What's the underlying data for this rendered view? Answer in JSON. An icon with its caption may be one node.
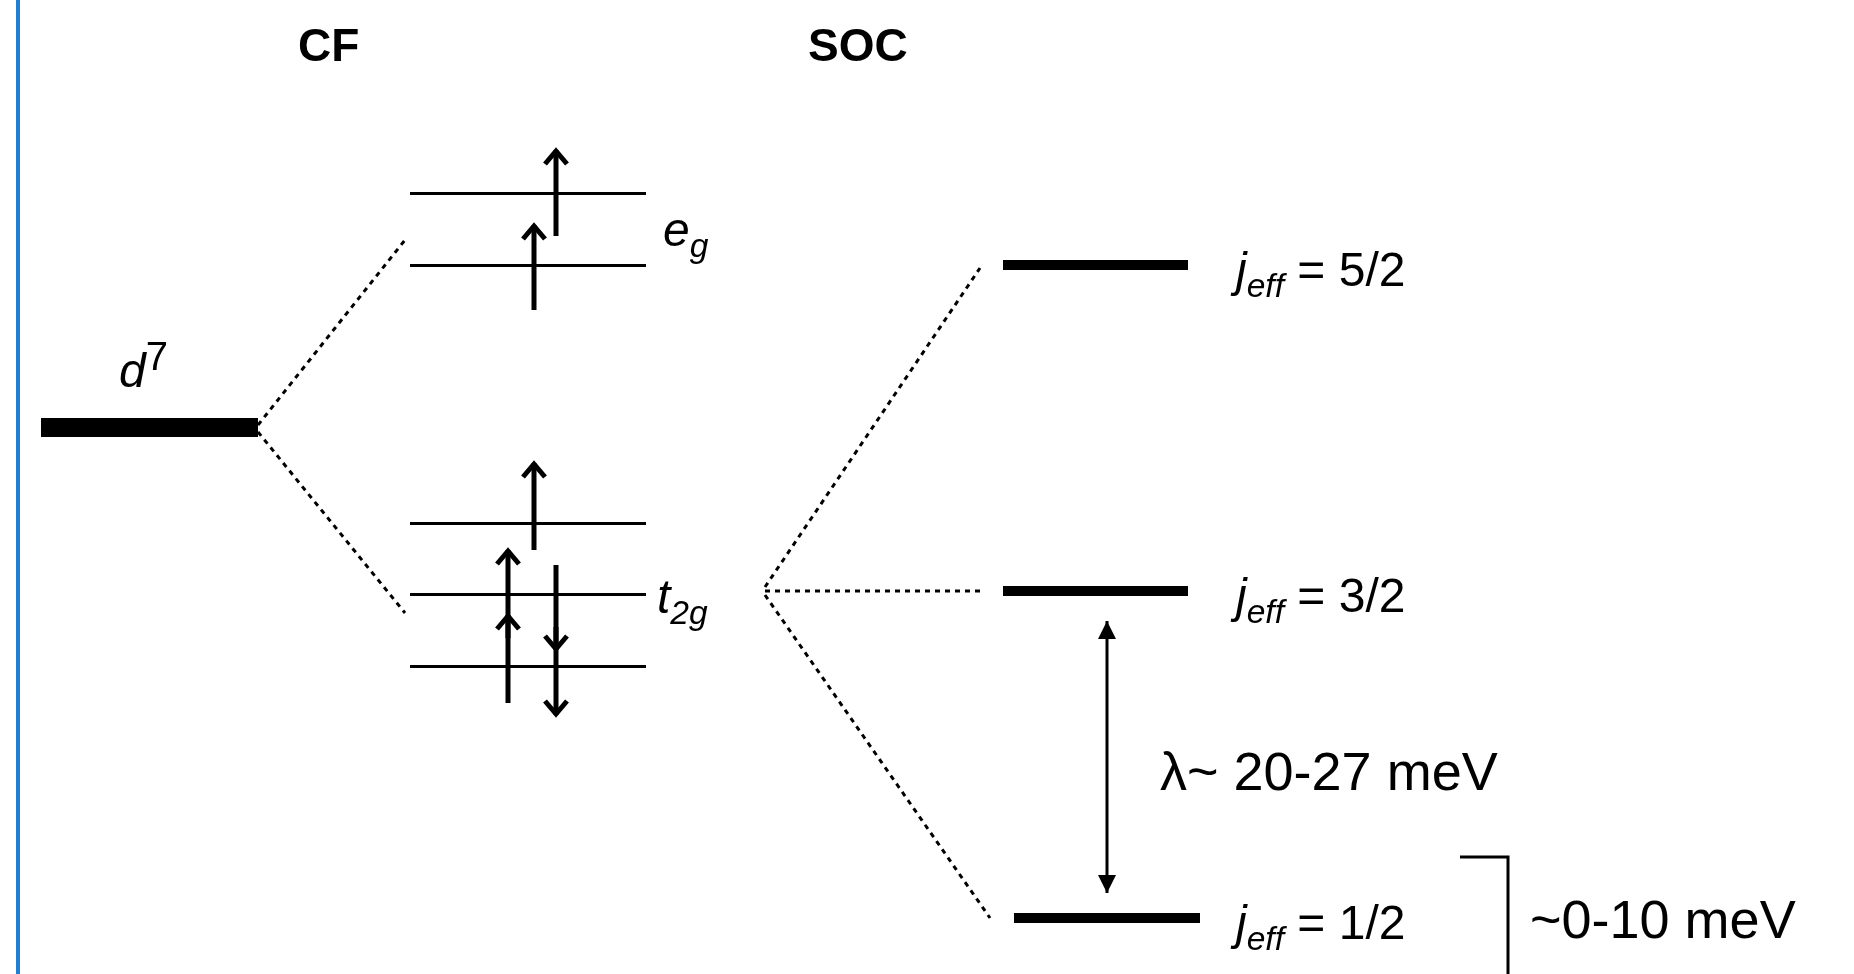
{
  "diagram": {
    "nodes": [
      {
        "text": [
          "*d*$^{7}$"
        ]
      },
      {
        "text": [
          "*e*$_{g}$"
        ]
      },
      {
        "text": [
          "*t*$_{2g}$"
        ]
      },
      {
        "text": [
          "*j*$_{eff}$ = 5/2"
        ]
      },
      {
        "text": [
          "*j*$_{eff}$ = 3/2"
        ]
      },
      {
        "text": [
          "*j*$_{eff}$ = 1/2"
        ]
      }
    ],
    "edges": [
      {
        "from": 0,
        "to": 1,
        "arrow": "none",
        "style": "dashed"
      },
      {
        "from": 0,
        "to": 2,
        "arrow": "none",
        "style": "dashed"
      },
      {
        "from": 2,
        "to": 3,
        "arrow": "none",
        "style": "dashed"
      },
      {
        "from": 2,
        "to": 4,
        "arrow": "none",
        "style": "dashed"
      },
      {
        "from": 2,
        "to": 5,
        "arrow": "none",
        "style": "dashed"
      },
      {
        "from": 4,
        "to": 5,
        "arrow": "both",
        "label": "λ~ 20-27 meV"
      }
    ],
    "labels": [
      "CF",
      "SOC",
      "~0-10 meV"
    ]
  }
}
